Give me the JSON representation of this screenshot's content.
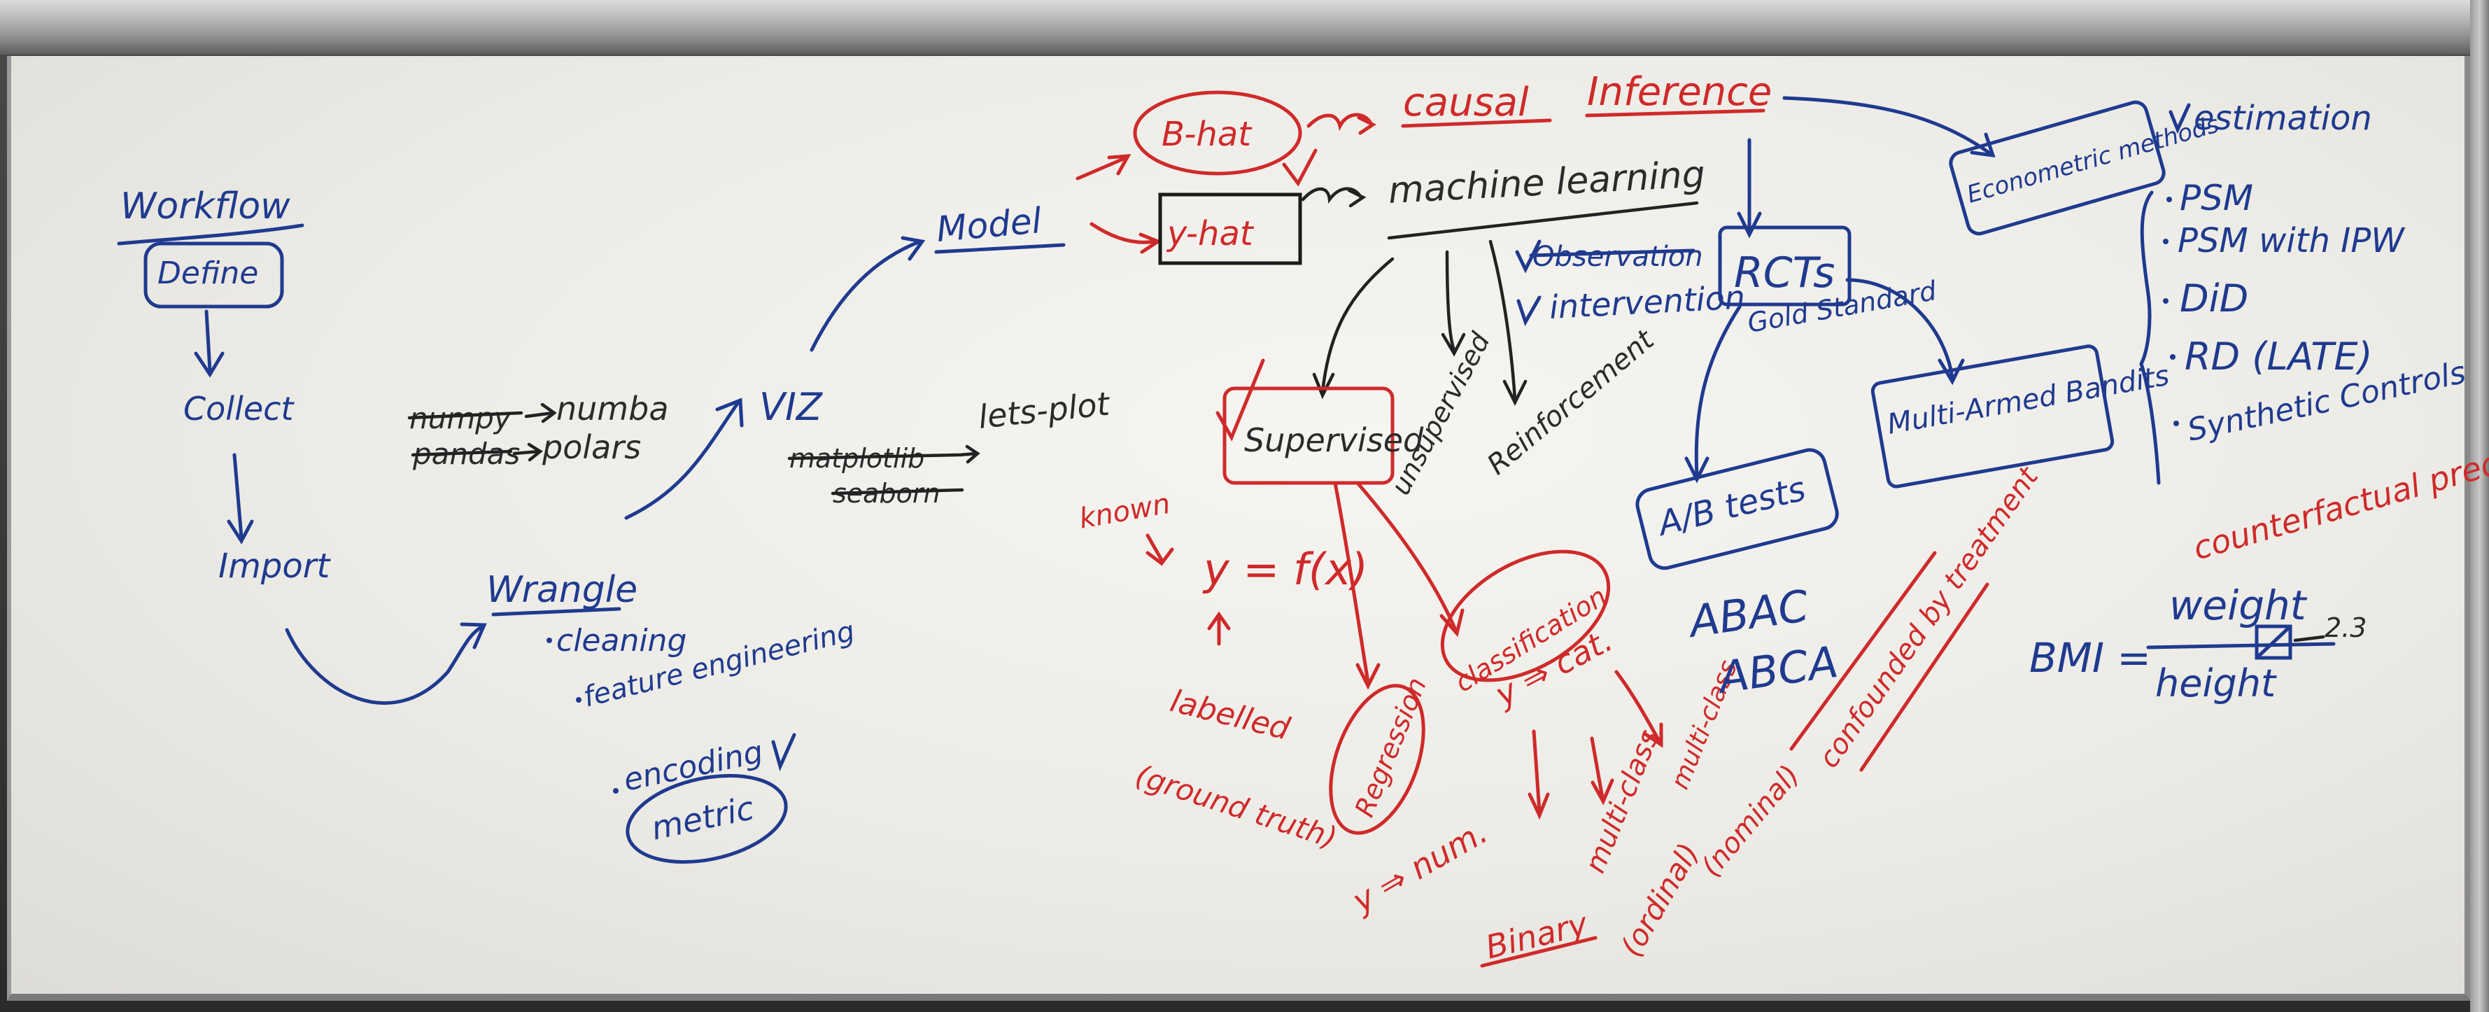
{
  "workflow": {
    "title": "Workflow",
    "steps": [
      "Define",
      "Collect",
      "Import",
      "Wrangle"
    ],
    "wrangle_items": [
      "cleaning",
      "feature engineering",
      "encoding",
      "metric"
    ]
  },
  "libraries": {
    "numpy": "numpy",
    "numba": "numba",
    "pandas": "pandas",
    "polars": "polars",
    "viz": "VIZ",
    "matplotlib": "matplotlib",
    "seaborn": "seaborn",
    "lets_plot": "lets-plot"
  },
  "model": {
    "label": "Model",
    "b_hat": "B-hat",
    "y_hat": "y-hat",
    "causal": "causal",
    "inference": "Inference",
    "machine_learning": "machine learning"
  },
  "ml_types": {
    "observation": "Observation",
    "intervention": "intervention",
    "supervised": "Supervised",
    "unsupervised": "unsupervised",
    "reinforcement": "Reinforcement"
  },
  "supervised_detail": {
    "known": "known",
    "equation": "y = f(x)",
    "labelled": "labelled",
    "ground_truth": "(ground truth)",
    "regression": "Regression",
    "classification": "classification",
    "y_num": "y ⇒ num.",
    "y_cat": "y ⇒ cat.",
    "binary": "Binary",
    "multi_class": "multi-class",
    "ordinal": "(ordinal)",
    "multi_class_2": "multi-class",
    "nominal": "(nominal)",
    "confounded": "confounded by treatment"
  },
  "causal_branch": {
    "rcts": "RCTs",
    "gold_standard": "Gold Standard",
    "ab_tests": "A/B tests",
    "abac": "ABAC",
    "abca": "ABCA",
    "bandits": "Multi-Armed Bandits",
    "econometric": "Econometric methods",
    "estimation": "estimation",
    "methods": [
      "PSM",
      "PSM with IPW",
      "DiD",
      "RD (LATE)",
      "Synthetic Controls"
    ],
    "counterfactual": "counterfactual predictions"
  },
  "bmi": {
    "lhs": "BMI =",
    "numerator": "weight",
    "denominator": "height",
    "exponent": "2.3"
  }
}
